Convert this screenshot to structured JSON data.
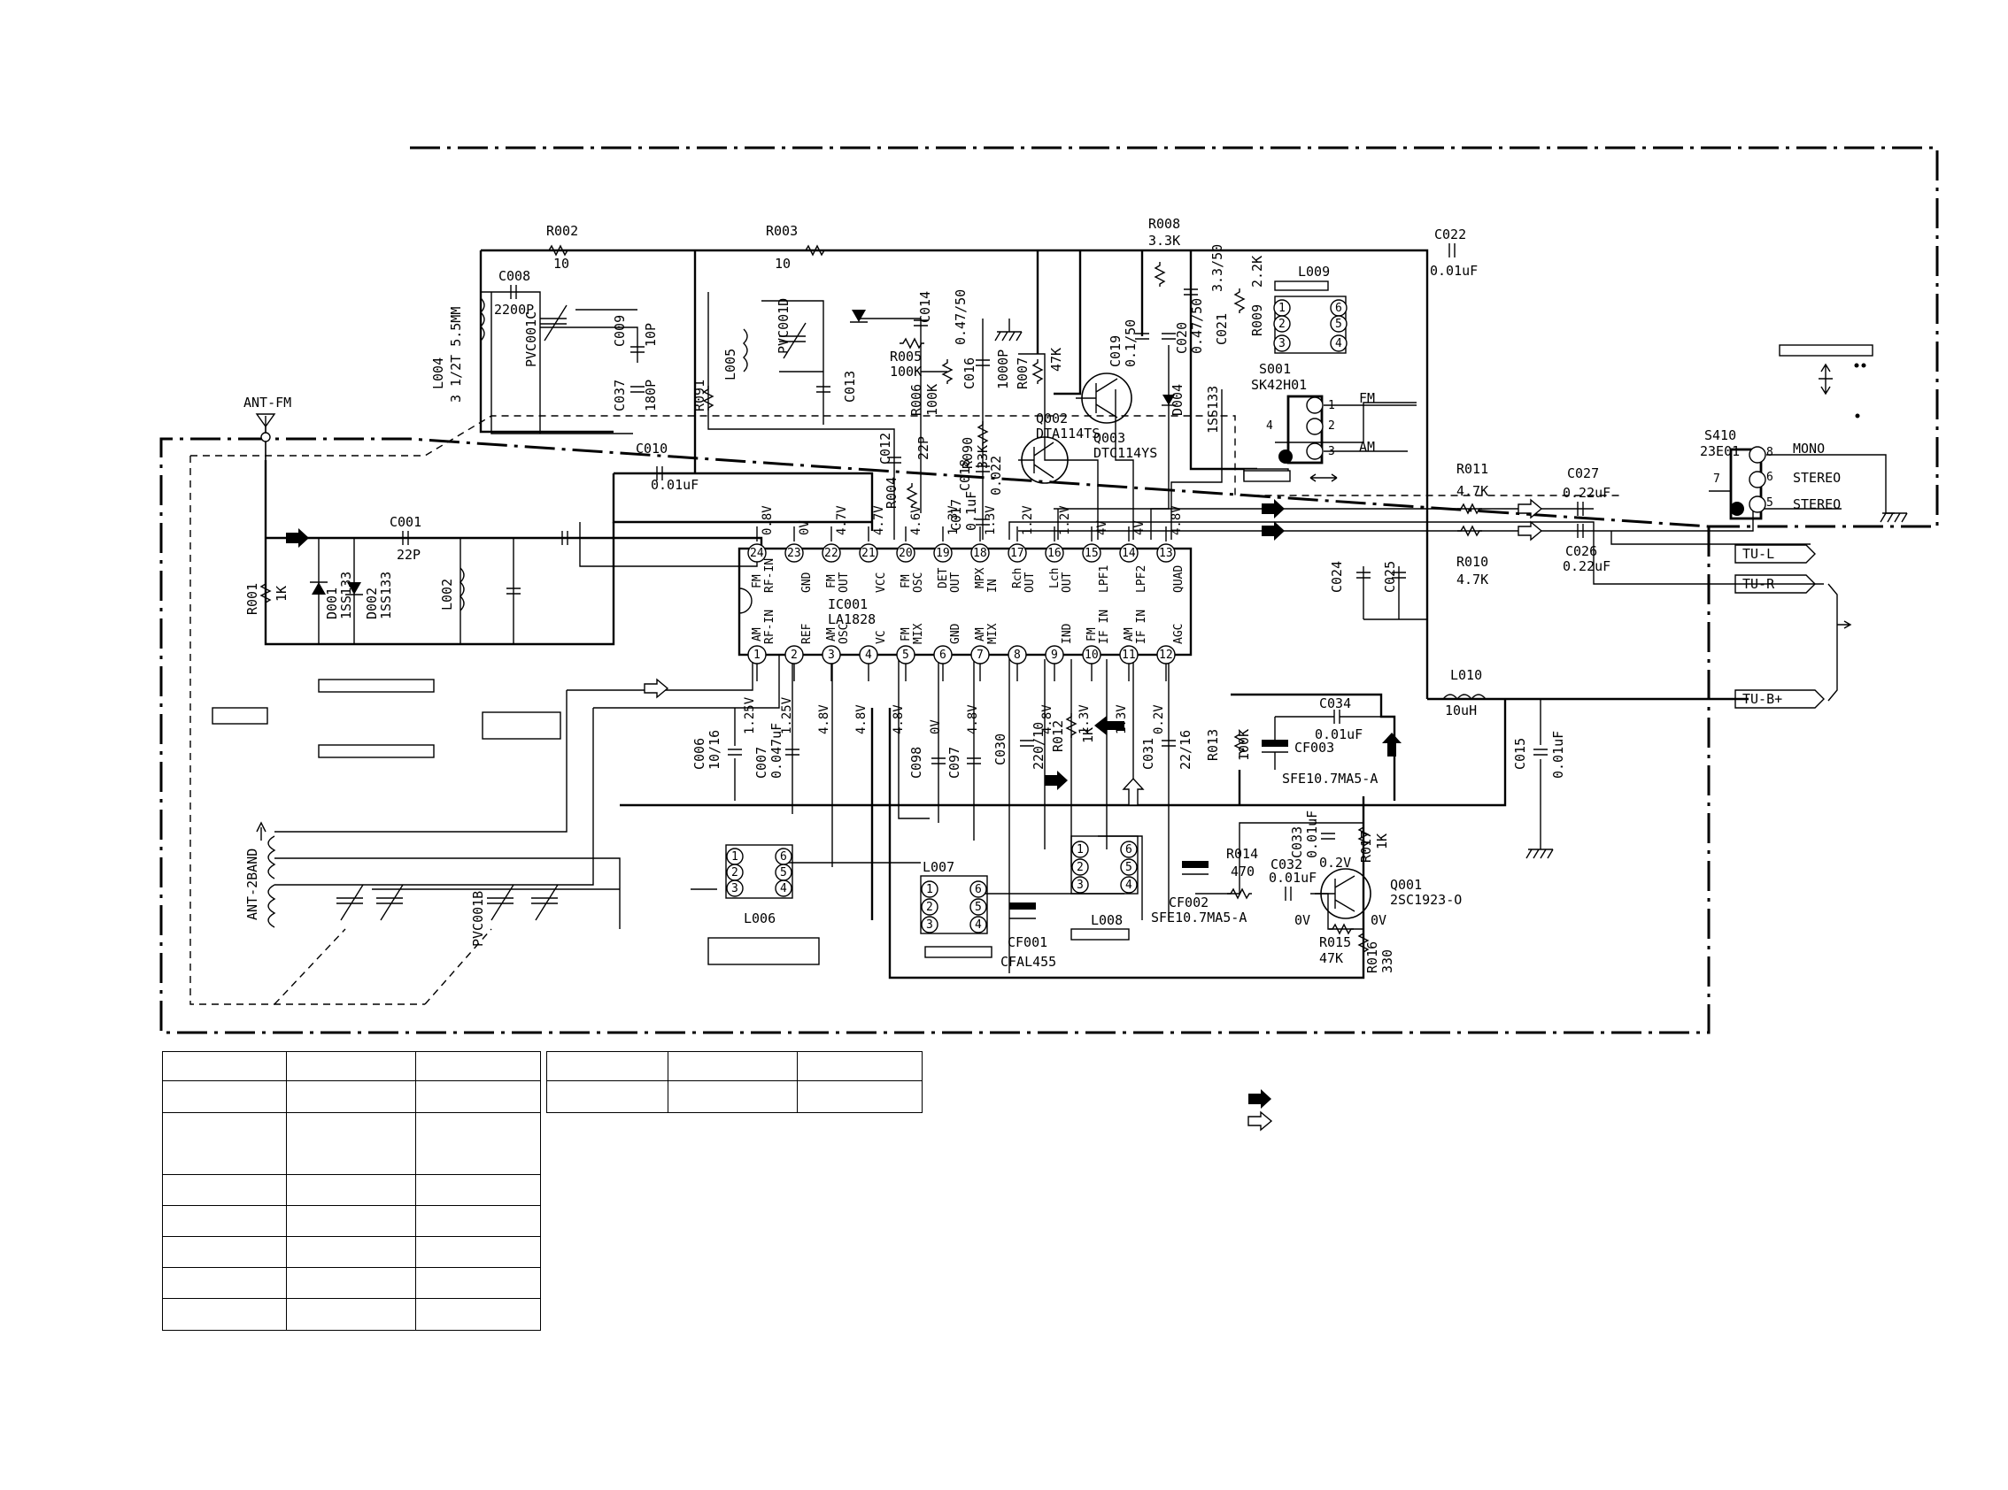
{
  "nodes": {
    "r002": [
      "R002",
      "10"
    ],
    "r003": [
      "R003",
      "10"
    ],
    "r008": [
      "R008",
      "3.3K"
    ],
    "c022": [
      "C022",
      "0.01uF"
    ],
    "c008": [
      "C008",
      "2200P"
    ],
    "l004": [
      "L004",
      "3 1/2T 5.5MM"
    ],
    "pvc001c": [
      "PVC001C"
    ],
    "c009": [
      "C009",
      "10P"
    ],
    "c037": [
      "C037",
      "180P"
    ],
    "r091": [
      "R091"
    ],
    "l005": [
      "L005"
    ],
    "pvc001d": [
      "PVC001D"
    ],
    "c013": [
      "C013"
    ],
    "c014": [
      "C014",
      "0.47/50"
    ],
    "r005": [
      "R005",
      "100K"
    ],
    "r006": [
      "R006",
      "100K"
    ],
    "c016": [
      "C016",
      "1000P"
    ],
    "r007": [
      "R007",
      "47K"
    ],
    "c019": [
      "C019",
      "0.1/50"
    ],
    "c020": [
      "C020",
      "0.47/50"
    ],
    "c021": [
      "C021",
      "3.3/50"
    ],
    "r009": [
      "R009",
      "2.2K"
    ],
    "l009": [
      "L009"
    ],
    "d004": [
      "D004"
    ],
    "d004b": [
      "1SS133"
    ],
    "q002": [
      "Q002",
      "DTA114TS"
    ],
    "q003": [
      "Q003",
      "DTC114YS"
    ],
    "r090": [
      "R090",
      "33K"
    ],
    "c018": [
      "C018",
      "0.022"
    ],
    "c012": [
      "C012",
      "22P"
    ],
    "r004": [
      "R004"
    ],
    "c017": [
      "C017",
      "0.1uF"
    ],
    "s001": [
      "S001",
      "SK42H01"
    ],
    "antfm": [
      "ANT-FM"
    ],
    "c010": [
      "C010",
      "0.01uF"
    ],
    "c001": [
      "C001",
      "22P"
    ],
    "r001": [
      "R001",
      "1K"
    ],
    "d001": [
      "D001",
      "1SS133"
    ],
    "d002": [
      "D002",
      "1SS133"
    ],
    "l002": [
      "L002"
    ],
    "r011": [
      "R011",
      "4.7K"
    ],
    "r010": [
      "R010",
      "4.7K"
    ],
    "c027": [
      "C027",
      "0.22uF"
    ],
    "c026": [
      "C026",
      "0.22uF"
    ],
    "c024": [
      "C024"
    ],
    "c025": [
      "C025"
    ],
    "s410": [
      "S410",
      "23E01"
    ],
    "l010": [
      "L010",
      "10uH"
    ],
    "c015": [
      "C015",
      "0.01uF"
    ],
    "c034": [
      "C034",
      "0.01uF"
    ],
    "cf003": [
      "CF003",
      "SFE10.7MA5-A"
    ],
    "c006": [
      "C006",
      "10/16"
    ],
    "c007": [
      "C007",
      "0.047uF"
    ],
    "c098": [
      "C098"
    ],
    "c097": [
      "C097"
    ],
    "c030": [
      "C030",
      "220/10"
    ],
    "r012": [
      "R012",
      "1K"
    ],
    "c031": [
      "C031",
      "22/16"
    ],
    "r013": [
      "R013",
      "100K"
    ],
    "c033": [
      "C033",
      "0.01uF"
    ],
    "r017": [
      "R017",
      "1K"
    ],
    "r014": [
      "R014",
      "470"
    ],
    "c032": [
      "C032",
      "0.01uF"
    ],
    "q001": [
      "Q001",
      "2SC1923-O"
    ],
    "cf002": [
      "CF002",
      "SFE10.7MA5-A"
    ],
    "r015": [
      "R015",
      "47K"
    ],
    "r016": [
      "R016",
      "330"
    ],
    "l007": [
      "L007"
    ],
    "cf001": [
      "CF001",
      "CFAL455"
    ],
    "l008": [
      "L008"
    ],
    "l006": [
      "L006"
    ],
    "ant2": [
      "ANT-2BAND"
    ],
    "pvc001b": [
      "PVC001B"
    ]
  },
  "ic": {
    "name": "IC001",
    "part": "LA1828",
    "top_pins": [
      {
        "n": "24",
        "l1": "FM",
        "l2": "RF-IN",
        "v": "0.8V"
      },
      {
        "n": "23",
        "l1": "",
        "l2": "GND",
        "v": "0V"
      },
      {
        "n": "22",
        "l1": "FM",
        "l2": "OUT",
        "v": "4.7V"
      },
      {
        "n": "21",
        "l1": "",
        "l2": "VCC",
        "v": "4.7V"
      },
      {
        "n": "20",
        "l1": "FM",
        "l2": "OSC",
        "v": "4.6V"
      },
      {
        "n": "19",
        "l1": "DET",
        "l2": "OUT",
        "v": "1.3V"
      },
      {
        "n": "18",
        "l1": "MPX",
        "l2": "IN",
        "v": "1.3V"
      },
      {
        "n": "17",
        "l1": "Rch",
        "l2": "OUT",
        "v": "1.2V"
      },
      {
        "n": "16",
        "l1": "Lch",
        "l2": "OUT",
        "v": "1.2V"
      },
      {
        "n": "15",
        "l1": "",
        "l2": "LPF1",
        "v": "4V"
      },
      {
        "n": "14",
        "l1": "",
        "l2": "LPF2",
        "v": "4V"
      },
      {
        "n": "13",
        "l1": "",
        "l2": "QUAD",
        "v": "4.8V"
      }
    ],
    "bottom_pins": [
      {
        "n": "1",
        "l1": "AM",
        "l2": "RF-IN",
        "v": "1.25V"
      },
      {
        "n": "2",
        "l1": "",
        "l2": "REF",
        "v": "1.25V"
      },
      {
        "n": "3",
        "l1": "AM",
        "l2": "OSC",
        "v": "4.8V"
      },
      {
        "n": "4",
        "l1": "",
        "l2": "VC",
        "v": "4.8V"
      },
      {
        "n": "5",
        "l1": "FM",
        "l2": "MIX",
        "v": "4.8V"
      },
      {
        "n": "6",
        "l1": "",
        "l2": "GND",
        "v": "0V"
      },
      {
        "n": "7",
        "l1": "AM",
        "l2": "MIX",
        "v": "4.8V"
      },
      {
        "n": "8",
        "l1": "",
        "l2": "",
        "v": ""
      },
      {
        "n": "9",
        "l1": "",
        "l2": "IND",
        "v": "4.8V"
      },
      {
        "n": "10",
        "l1": "FM",
        "l2": "IF IN",
        "v": "1.3V"
      },
      {
        "n": "11",
        "l1": "AM",
        "l2": "IF IN",
        "v": "1.3V"
      },
      {
        "n": "12",
        "l1": "",
        "l2": "AGC",
        "v": "0.2V"
      }
    ]
  },
  "switch_pins": {
    "p1": "1",
    "p2": "2",
    "p3": "3",
    "p4": "4",
    "fm": "FM",
    "am": "AM"
  },
  "s410_pins": {
    "p8": "8",
    "p6": "6",
    "p5": "5",
    "p7": "7",
    "mono": "MONO",
    "stereo1": "STEREO",
    "stereo2": "STEREO"
  },
  "q001_volts": {
    "v02": "0.2V",
    "v0a": "0V",
    "v0b": "0V"
  },
  "coil_pins": {
    "a": "1",
    "b": "2",
    "c": "3",
    "d": "4",
    "e": "5",
    "f": "6"
  },
  "outputs": {
    "tul": "TU-L",
    "tur": "TU-R",
    "tub": "TU-B+"
  },
  "legend_arrows": [
    "solid-arrow-icon",
    "hollow-arrow-icon"
  ]
}
